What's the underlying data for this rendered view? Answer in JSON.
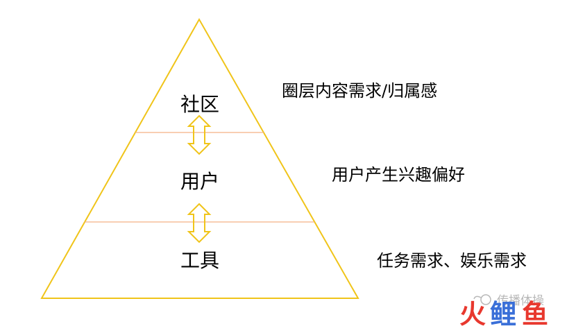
{
  "colors": {
    "pyramid_outline": "#f0c419",
    "divider": "#f4b183",
    "arrow": "#f0c419",
    "text": "#000000",
    "watermark_gray": "#b8b8b8",
    "watermark_red": "#e8382e",
    "watermark_blue": "#3a6fd8"
  },
  "tiers": [
    {
      "label": "社区",
      "description": "圈层内容需求/归属感"
    },
    {
      "label": "用户",
      "description": "用户产生兴趣偏好"
    },
    {
      "label": "工具",
      "description": "任务需求、娱乐需求"
    }
  ],
  "watermark": {
    "text": "传播体操",
    "brand_chars": [
      "火",
      "鲤",
      "鱼"
    ],
    "icon": "fish-logo-icon"
  }
}
